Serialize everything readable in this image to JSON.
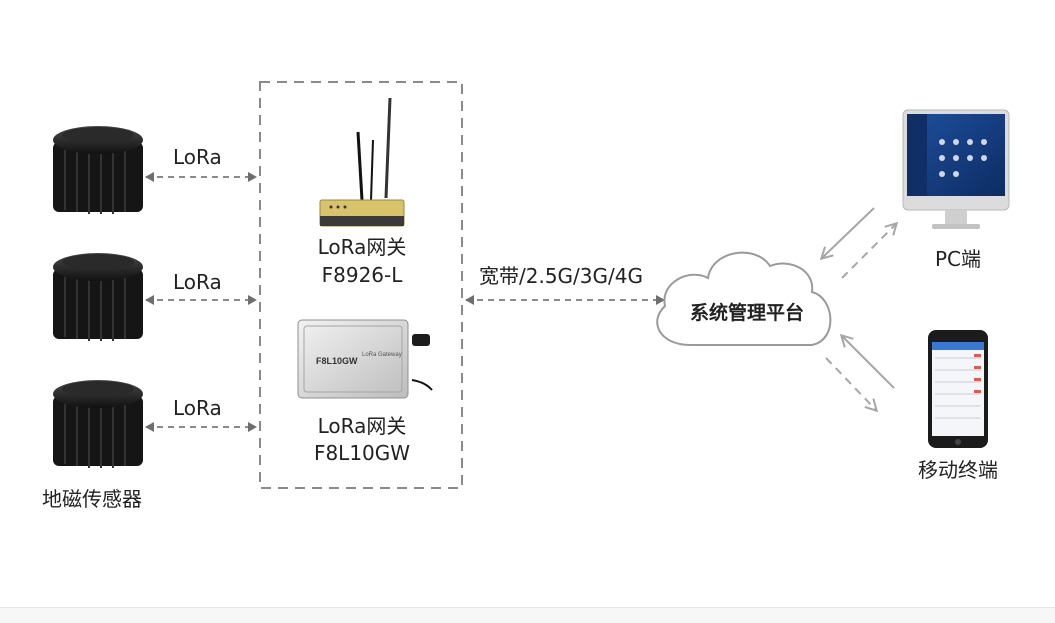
{
  "links": {
    "lora_1": "LoRa",
    "lora_2": "LoRa",
    "lora_3": "LoRa",
    "backhaul": "宽带/2.5G/3G/4G"
  },
  "sensors": {
    "label": "地磁传感器"
  },
  "gateways": [
    {
      "line1": "LoRa网关",
      "line2": "F8926-L"
    },
    {
      "line1": "LoRa网关",
      "line2": "F8L10GW"
    }
  ],
  "gateway2_device_text": {
    "model": "F8L10GW",
    "sub": "LoRa Gateway"
  },
  "cloud": {
    "label": "系统管理平台"
  },
  "clients": {
    "pc": "PC端",
    "mobile": "移动终端"
  },
  "colors": {
    "dashed": "#8a8a8a",
    "arrow": "#a6a6a6",
    "text": "#222222",
    "cloud_stroke": "#9a9a9a"
  }
}
